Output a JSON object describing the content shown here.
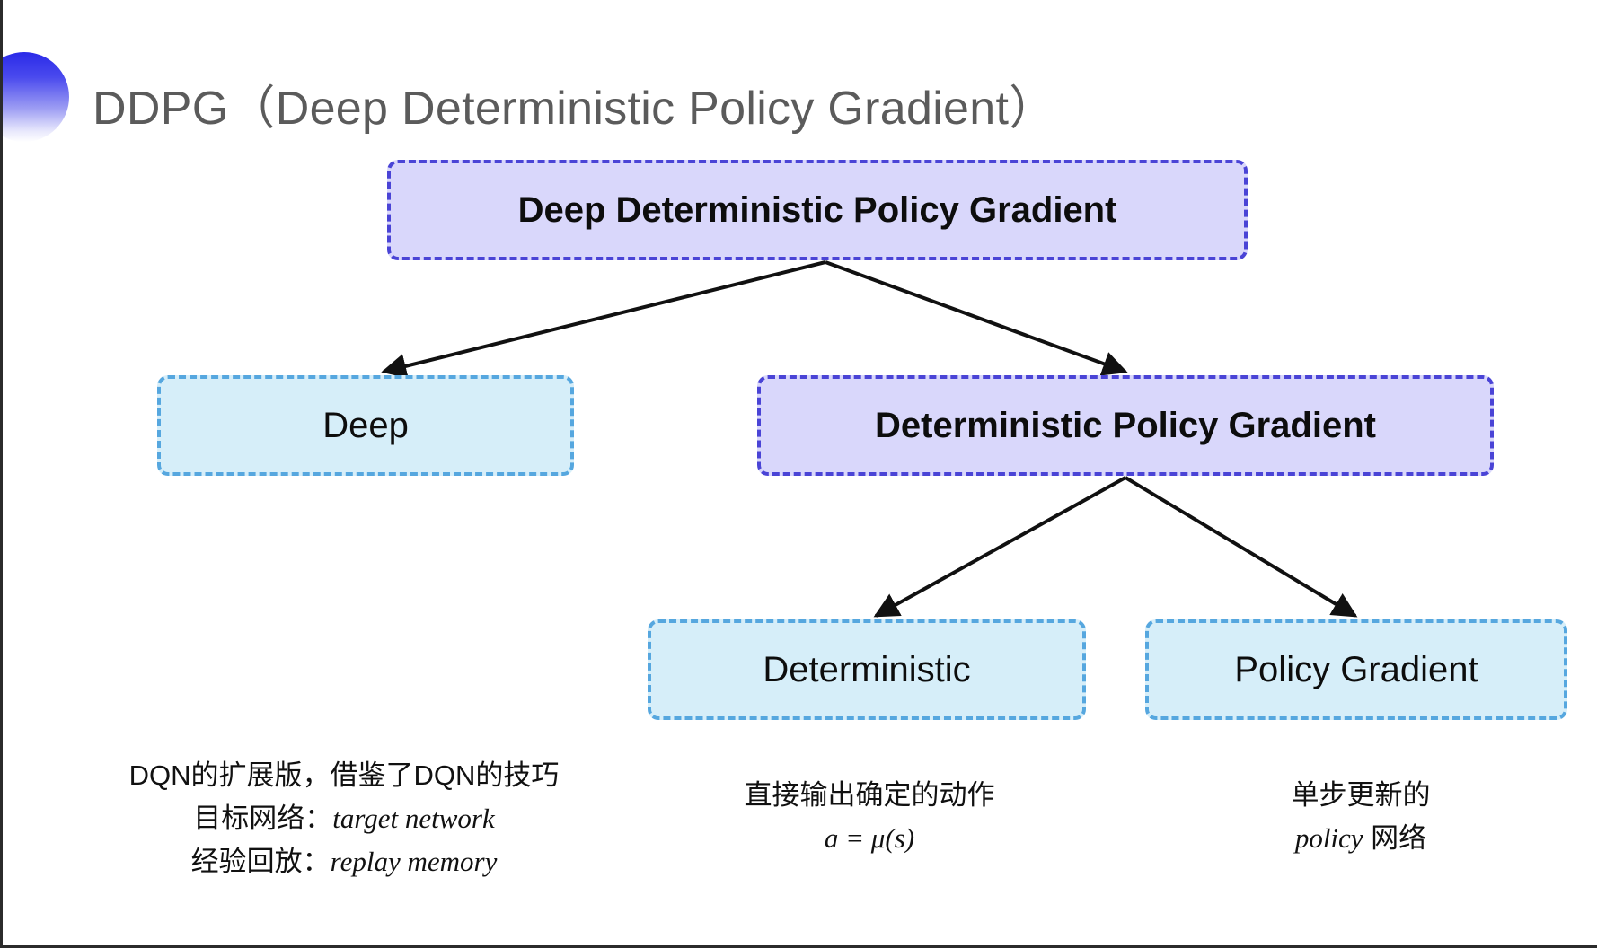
{
  "slide": {
    "title": "DDPG（Deep Deterministic Policy Gradient）",
    "background_color": "#ffffff",
    "title_color": "#5b5b5b",
    "accent_color": "#2a2ae8"
  },
  "diagram": {
    "type": "tree",
    "node_colors": {
      "purple_fill": "#d9d7fb",
      "purple_border": "#4a44d6",
      "cyan_fill": "#d6eef9",
      "cyan_border": "#56a7df",
      "arrow_color": "#111111"
    },
    "nodes": {
      "root": "Deep Deterministic Policy Gradient",
      "deep": "Deep",
      "dpg": "Deterministic Policy Gradient",
      "deterministic": "Deterministic",
      "policy_gradient": "Policy Gradient"
    }
  },
  "captions": {
    "deep": {
      "line1": "DQN的扩展版，借鉴了DQN的技巧",
      "line2_label": "目标网络：",
      "line2_term": "target network",
      "line3_label": "经验回放：",
      "line3_term": "replay memory"
    },
    "deterministic": {
      "line1": "直接输出确定的动作",
      "formula": "a = μ(s)"
    },
    "policy_gradient": {
      "line1": "单步更新的",
      "line2_term": "policy",
      "line2_label": " 网络"
    }
  }
}
